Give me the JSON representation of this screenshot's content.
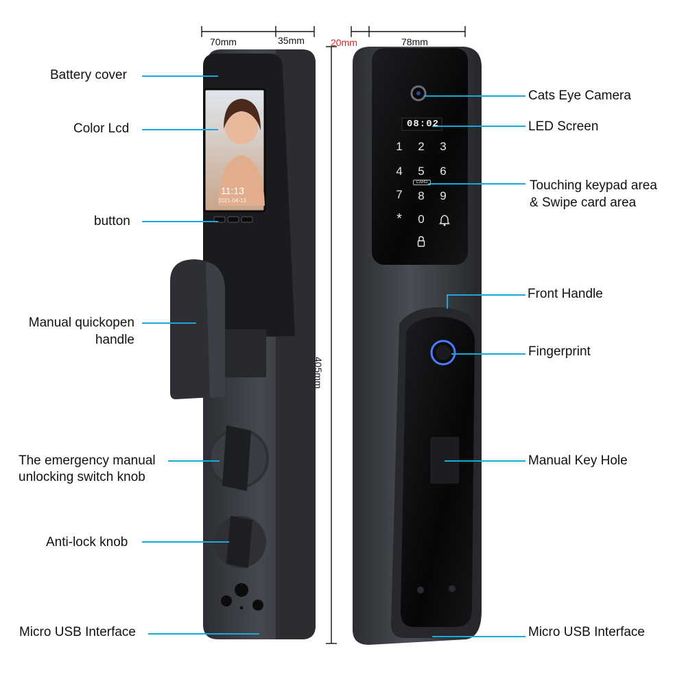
{
  "dimensions": {
    "width_back": "70mm",
    "depth_back": "35mm",
    "gap": "20mm",
    "width_front": "78mm",
    "height": "405mm",
    "gap_color": "#e02020"
  },
  "left_labels": {
    "battery_cover": "Battery cover",
    "color_lcd": "Color Lcd",
    "button": "button",
    "quickopen_line1": "Manual quickopen",
    "quickopen_line2": "handle",
    "emergency_line1": "The emergency manual",
    "emergency_line2": "unlocking switch knob",
    "antilock": "Anti-lock knob",
    "usb": "Micro USB Interface"
  },
  "right_labels": {
    "camera": "Cats Eye Camera",
    "led": "LED Screen",
    "keypad_line1": "Touching keypad area",
    "keypad_line2": "& Swipe card area",
    "front_handle": "Front Handle",
    "fingerprint": "Fingerprint",
    "key_hole": "Manual Key Hole",
    "usb": "Micro USB Interface"
  },
  "lcd": {
    "time": "11:13",
    "date": "2021-04-13"
  },
  "led_screen": {
    "time": "08:02"
  },
  "keypad": {
    "keys": [
      "1",
      "2",
      "3",
      "4",
      "5",
      "6",
      "7",
      "8",
      "9",
      "*",
      "0",
      "bell-icon"
    ],
    "card_label": "CARD"
  },
  "colors": {
    "leader_line": "#1aa7d9",
    "body_dark": "#3b3d42",
    "body_black": "#0f1012",
    "fingerprint_ring": "#4a7dff"
  }
}
